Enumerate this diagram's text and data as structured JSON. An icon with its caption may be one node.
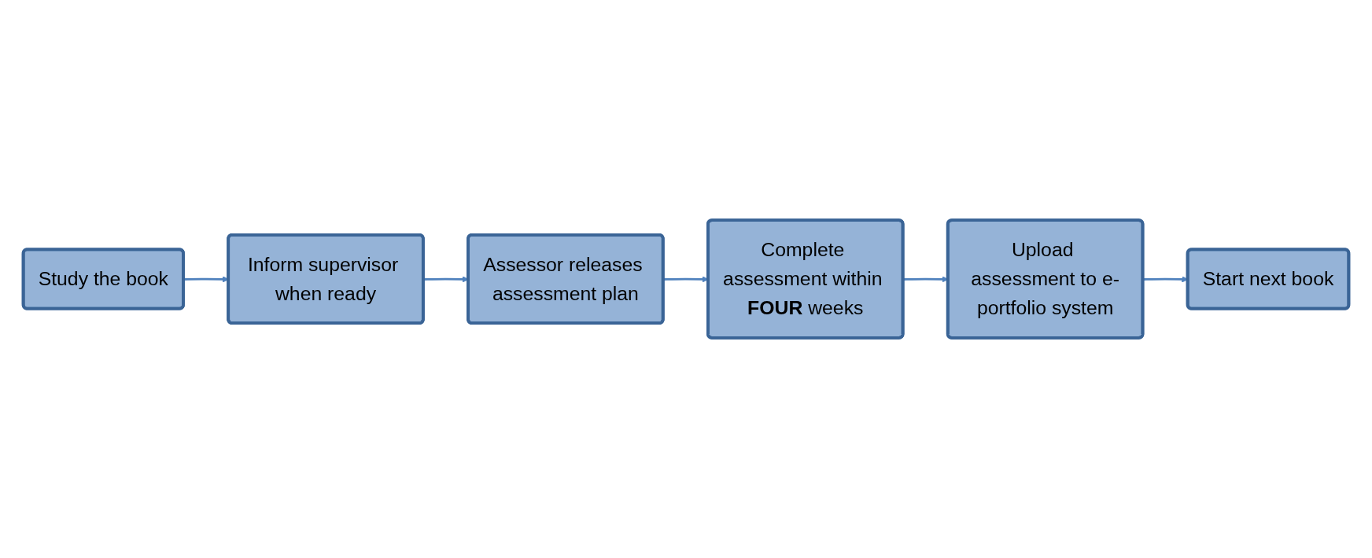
{
  "diagram": {
    "nodes": [
      {
        "text": [
          "Study the book"
        ]
      },
      {
        "text": [
          "Inform supervisor when ready"
        ]
      },
      {
        "text": [
          "Assessor releases assessment plan"
        ]
      },
      {
        "text": [
          "Complete assessment within **FOUR** weeks"
        ]
      },
      {
        "text": [
          "Upload assessment to e-portfolio system"
        ]
      },
      {
        "text": [
          "Start next book"
        ]
      }
    ],
    "edges": [
      {
        "from": 0,
        "to": 1,
        "arrow": "to"
      },
      {
        "from": 1,
        "to": 2,
        "arrow": "to"
      },
      {
        "from": 2,
        "to": 3,
        "arrow": "to"
      },
      {
        "from": 3,
        "to": 4,
        "arrow": "to"
      },
      {
        "from": 4,
        "to": 5,
        "arrow": "to"
      }
    ]
  }
}
